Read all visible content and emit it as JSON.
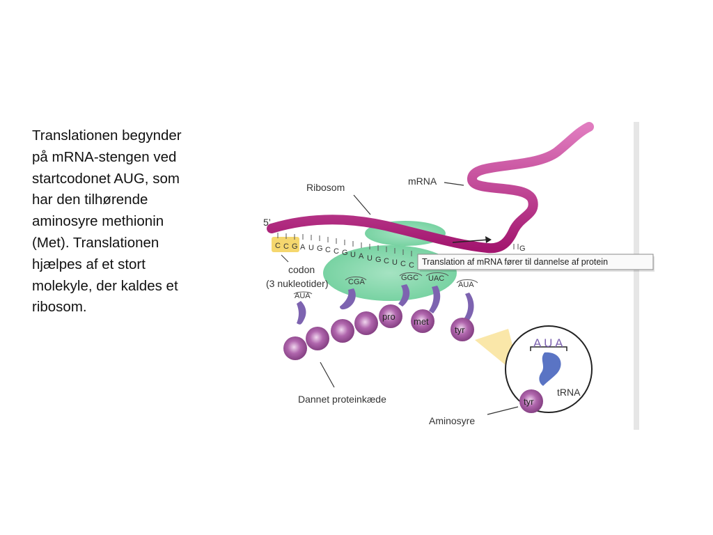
{
  "paragraph": {
    "lines": [
      "Translationen begynder",
      "på mRNA-stengen ved",
      "startcodonet AUG, som",
      "har den tilhørende",
      "aminosyre methionin",
      "(Met). Translationen",
      "hjælpes af et stort",
      "molekyle, der kaldes et",
      "ribosom."
    ]
  },
  "figure": {
    "labels": {
      "ribosome": "Ribosom",
      "mrna": "mRNA",
      "five_prime": "5’",
      "codon": "codon",
      "codon_note": "(3 nukleotider)",
      "protein_chain": "Dannet proteinkæde",
      "trna": "tRNA",
      "amino_acid": "Aminosyre"
    },
    "mrna_sequence": [
      "C",
      "C",
      "G",
      "A",
      "U",
      "G",
      "C",
      "C",
      "G",
      "U",
      "A",
      "U",
      "G",
      "C",
      "U",
      "C",
      "C"
    ],
    "mrna_tail_g": "G",
    "anticodons": [
      "AUA",
      "CGA",
      "GGC",
      "UAC",
      "AUA"
    ],
    "amino_acids": [
      "pro",
      "met",
      "tyr"
    ],
    "zoom": {
      "anticodon": "A U A",
      "amino_acid": "tyr"
    },
    "tooltip": "Translation af mRNA fører til dannelse af protein",
    "colors": {
      "mrna": "#b5207f",
      "ribosome": "#7fd3a6",
      "trna": "#7d63b0",
      "amino_acid": "#9b4d98",
      "codon_highlight": "#f5d76e",
      "zoom_cone": "#f9e39a",
      "zoom_trna": "#5a74c4"
    }
  }
}
